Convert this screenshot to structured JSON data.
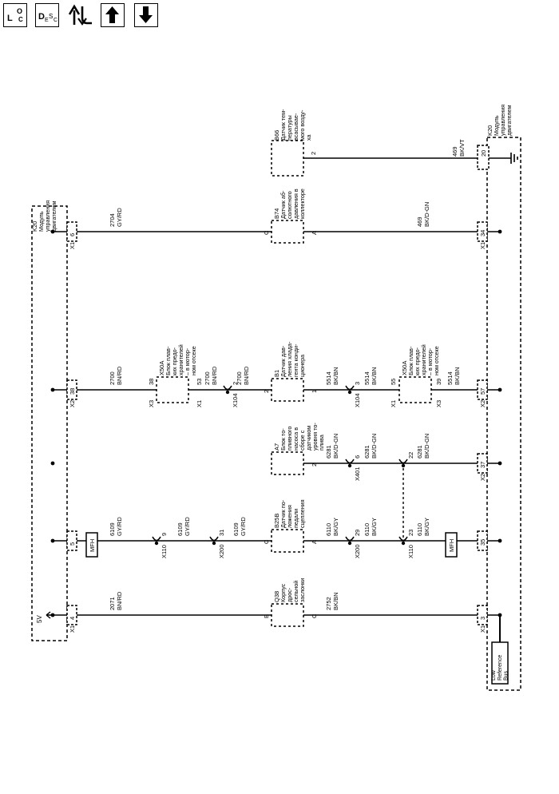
{
  "toolbar": {
    "loc_button": {
      "main": "L",
      "sub_o": "O",
      "sub_c": "C"
    },
    "desc_button": {
      "main": "D",
      "sub_e": "E",
      "sub_s": "S",
      "sub_c": "C"
    }
  },
  "diagram": {
    "modules": {
      "k20_left": {
        "ref": "K20",
        "lines": [
          "Модуль",
          "управления",
          "двигателем"
        ]
      },
      "k20_right": {
        "ref": "K20",
        "lines": [
          "Модуль",
          "управления",
          "двигателем"
        ]
      }
    },
    "reference_bus": {
      "lines": [
        "Low",
        "Reference",
        "Bus"
      ]
    },
    "voltage_label": "5V",
    "ground_wire": {
      "connector": "X1",
      "pin": "20",
      "circuit": "469",
      "color": "BK/VT",
      "sensor": {
        "ref": "B66",
        "pin": "2",
        "lines": [
          "Датчик тем-",
          "пературы",
          "всасывае-",
          "мого возду-",
          "ха"
        ]
      }
    },
    "circuits": [
      {
        "left": {
          "connector": "X1",
          "pin": "6"
        },
        "left_wire": {
          "num": "2704",
          "color": "GY/RD"
        },
        "sensor": {
          "ref": "B74",
          "pin_top": "C",
          "pin_bottom": "A",
          "lines": [
            "Датчик аб-",
            "солютного",
            "давления в",
            "коллекторе"
          ]
        },
        "right_wire": {
          "num": "469",
          "color": "BK/D-GN"
        },
        "right": {
          "connector": "X1",
          "pin": "34"
        }
      },
      {
        "left": {
          "connector": "X2",
          "pin": "38"
        },
        "left_wire": {
          "num": "2700",
          "color": "BN/RD"
        },
        "fuse_top": {
          "ref": "X50A",
          "pin_a": "38",
          "conn_a": "X3",
          "pin_b": "53",
          "conn_b": "X1",
          "lines": [
            "Блок плав-",
            "ких предо-",
            "хранителей",
            "– в мотор-",
            "ном отсеке"
          ]
        },
        "mid_wire_a": {
          "num": "2700",
          "color": "BN/RD"
        },
        "inline_a": {
          "connector": "X104",
          "pin": "2"
        },
        "mid_wire_b": {
          "num": "2700",
          "color": "BN/RD"
        },
        "sensor": {
          "ref": "B1",
          "pin_top": "2",
          "pin_bottom": "1",
          "lines": [
            "Датчик дав-",
            "ления хлада-",
            "гента конди-",
            "ционера"
          ]
        },
        "mid_wire_c": {
          "num": "5514",
          "color": "BK/BN"
        },
        "inline_b": {
          "connector": "X104",
          "pin": "3"
        },
        "mid_wire_d": {
          "num": "5514",
          "color": "BK/BN"
        },
        "fuse_bottom": {
          "ref": "X50A",
          "pin_a": "55",
          "conn_a": "X1",
          "pin_b": "39",
          "conn_b": "X3",
          "lines": [
            "Блок плав-",
            "ких предо-",
            "хранителей",
            "– в мотор-",
            "ном отсеке"
          ]
        },
        "right_wire": {
          "num": "5514",
          "color": "BK/BN"
        },
        "right": {
          "connector": "X2",
          "pin": "57"
        }
      },
      {
        "sensor": {
          "ref": "A7",
          "pin_top": "",
          "pin_bottom": "2",
          "lines": [
            "Блок то-",
            "пливного",
            "насоса в",
            "сборе с",
            "датчиком",
            "уровня то-",
            "плива"
          ]
        },
        "mid_wire_c": {
          "num": "6281",
          "color": "BK/D-GN"
        },
        "inline_b": {
          "connector": "X401",
          "pin": "6"
        },
        "mid_wire_d": {
          "num": "6281",
          "color": "BK/D-GN"
        },
        "inline_c": {
          "connector": "",
          "pin": "22"
        },
        "right_wire": {
          "num": "6281",
          "color": "BK/D-GN"
        },
        "right": {
          "connector": "X2",
          "pin": "37"
        }
      },
      {
        "left": {
          "connector": "",
          "pin": "5"
        },
        "left_mfh": "MFH",
        "left_wire": {
          "num": "6109",
          "color": "GY/RD"
        },
        "inline_a": {
          "connector": "X110",
          "pin": "9"
        },
        "mid_wire_a": {
          "num": "6109",
          "color": "GY/RD"
        },
        "inline_a2": {
          "connector": "X200",
          "pin": "31"
        },
        "mid_wire_b": {
          "num": "6109",
          "color": "GY/RD"
        },
        "sensor": {
          "ref": "B25B",
          "pin_top": "C",
          "pin_bottom": "A",
          "lines": [
            "Датчик по-",
            "ложения",
            "педали",
            "сцепления"
          ]
        },
        "mid_wire_c": {
          "num": "6110",
          "color": "BK/GY"
        },
        "inline_b": {
          "connector": "X200",
          "pin": "29"
        },
        "mid_wire_d": {
          "num": "6110",
          "color": "BK/GY"
        },
        "inline_c": {
          "connector": "X110",
          "pin": "23"
        },
        "right_wire": {
          "num": "6110",
          "color": "BK/GY"
        },
        "right_mfh": "MFH",
        "right": {
          "connector": "",
          "pin": "35"
        }
      },
      {
        "left": {
          "connector": "X1",
          "pin": "4"
        },
        "left_wire": {
          "num": "2071",
          "color": "BN/RD"
        },
        "sensor": {
          "ref": "Q38",
          "pin_top": "E",
          "pin_bottom": "C",
          "lines": [
            "Корпус",
            "дрос-",
            "сельной",
            "заслонки"
          ]
        },
        "mid_wire_c": {
          "num": "2752",
          "color": "BK/BN"
        },
        "right": {
          "connector": "X1",
          "pin": "3"
        }
      }
    ]
  }
}
